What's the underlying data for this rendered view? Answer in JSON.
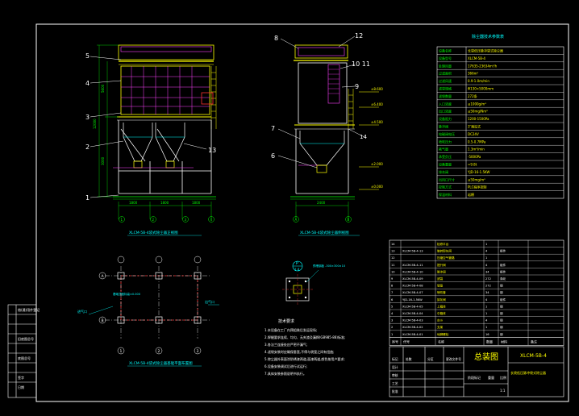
{
  "drawing": {
    "front_view_caption": "XLCM-5B-4袋式除尘器正视图",
    "side_view_caption": "XLCM-5B-4袋式除尘器侧视图",
    "foundation_caption": "XLCM-5B-4袋式除尘器基础平面布置图",
    "detail_marker_top": "P",
    "detail_marker_bottom": "1:4",
    "inlet_label": "进气口",
    "outlet_label": "出气口"
  },
  "front_view": {
    "callouts": [
      "5",
      "4",
      "3",
      "2",
      "1",
      "13"
    ]
  },
  "side_view": {
    "callouts": [
      "8",
      "12",
      "10 11",
      "9",
      "7",
      "6",
      "14"
    ]
  },
  "params_table": {
    "title": "除尘器技术参数表",
    "rows": [
      [
        "设备名称",
        "长袋低压脉冲袋式除尘器"
      ],
      [
        "设备型号",
        "XLCM-5B-4"
      ],
      [
        "处理风量",
        "17635-23634m³/h"
      ],
      [
        "过滤面积",
        "366m²"
      ],
      [
        "过滤风速",
        "0.9-1.0m/min"
      ],
      [
        "滤袋规格",
        "Φ130×5000mm"
      ],
      [
        "滤袋数量",
        "272条"
      ],
      [
        "入口浓度",
        "≤1000g/m³"
      ],
      [
        "出口浓度",
        "≤50mg/Nm³"
      ],
      [
        "设备阻力",
        "1200-1500Pa"
      ],
      [
        "脉冲阀",
        "3″淹没式"
      ],
      [
        "电磁阀电压",
        "DC24V"
      ],
      [
        "喷吹压力",
        "0.5-0.7MPa"
      ],
      [
        "耗气量",
        "1.3m³/min"
      ],
      [
        "承受负压",
        "-5000Pa"
      ],
      [
        "设备重量",
        "≈9.8t"
      ],
      [
        "排灰阀",
        "YJD-16-1.5KW"
      ],
      [
        "出风口尺寸",
        "≤50mg/m³"
      ],
      [
        "控制方式",
        "PLC程序控制"
      ],
      [
        "保温材料",
        "岩棉"
      ]
    ]
  },
  "parts_list": {
    "headers": [
      "序号",
      "代号",
      "名称",
      "数量",
      "材料",
      "备注"
    ],
    "rows": [
      [
        "14",
        "",
        "检修平台",
        "1",
        "",
        ""
      ],
      [
        "13",
        "XLCM-5B-4-13",
        "旋转卸灰阀",
        "4",
        "组件",
        ""
      ],
      [
        "12",
        "",
        "压缩空气管路",
        "1",
        "",
        ""
      ],
      [
        "11",
        "XLCM-5B-4-11",
        "提升阀",
        "4",
        "组件",
        ""
      ],
      [
        "10",
        "XLCM-5B-4-10",
        "脉冲阀",
        "34",
        "组件",
        ""
      ],
      [
        "9",
        "XLCM-5B-4-09",
        "滤袋",
        "272",
        "涤纶",
        ""
      ],
      [
        "8",
        "XLCM-5B-4-08",
        "袋笼",
        "272",
        "钢",
        ""
      ],
      [
        "7",
        "XLCM-5B-4-07",
        "喷吹管",
        "34",
        "钢",
        ""
      ],
      [
        "6",
        "YJD-16-1.5KW",
        "卸灰阀",
        "4",
        "组件",
        ""
      ],
      [
        "5",
        "XLCM-5B-4-05",
        "上箱体",
        "1",
        "钢",
        ""
      ],
      [
        "4",
        "XLCM-5B-4-04",
        "中箱体",
        "1",
        "钢",
        ""
      ],
      [
        "3",
        "XLCM-5B-4-03",
        "灰斗",
        "4",
        "钢",
        ""
      ],
      [
        "2",
        "XLCM-5B-4-02",
        "支架",
        "1",
        "钢",
        ""
      ],
      [
        "1",
        "XLCM-5B-4-01",
        "地脚螺栓",
        "16",
        "钢",
        ""
      ]
    ]
  },
  "title_block": {
    "title": "总装图",
    "code": "XLCM-5B-4",
    "subtitle": "长袋低压脉冲袋式除尘器",
    "scale": "1:1",
    "labels": [
      "标记",
      "处数",
      "分区",
      "更改文件号",
      "签名",
      "日期"
    ],
    "labels2": [
      "设计",
      "审核",
      "工艺",
      "批准"
    ],
    "sheet_labels": [
      "阶段标记",
      "重量",
      "比例"
    ]
  },
  "notes": {
    "title": "技术要求",
    "lines": [
      "1.本设备在工厂内预组装后发运现场;",
      "2.焊缝要求连续、均匀、无夹渣及漏焊(GB985-88)标准;",
      "3.各法兰连接处应严密不漏气;",
      "4.滤袋安装时应确保垂直,不得与袋笼之间有扭曲;",
      "5.除尘器外表面涂防锈漆两道,面漆两道,颜色按用户要求;",
      "6.设备安装调试后进行试运行;",
      "7.具体安装参照说明书执行。"
    ]
  },
  "left_margin": {
    "rows": [
      "借(通)用件登记",
      "",
      "",
      "旧底图总号",
      "",
      "底图总号",
      "",
      "签字",
      "日期"
    ]
  },
  "detail_note": "预埋钢板 -300×300×10"
}
